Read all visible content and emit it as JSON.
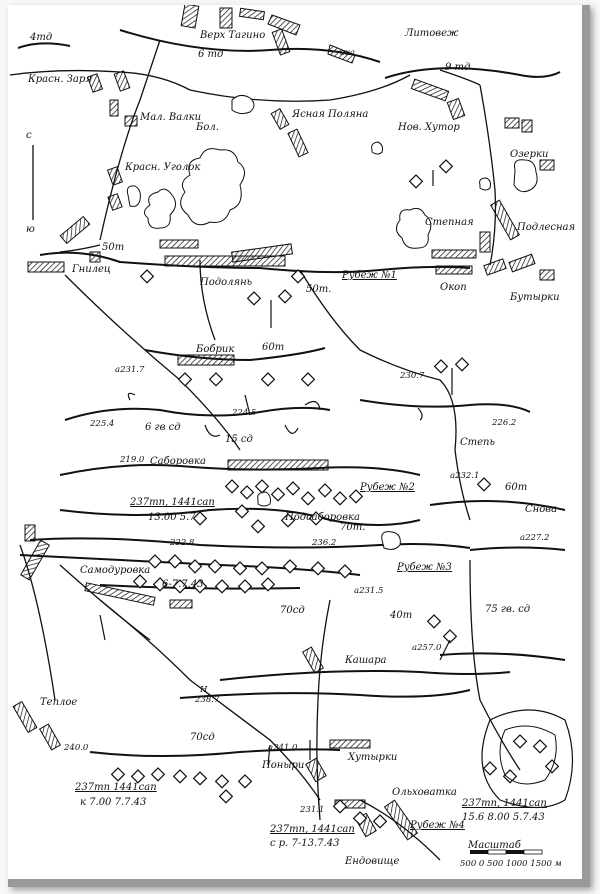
{
  "labels": {
    "l_4td": "4тд",
    "l_verh": "Верх Тагино",
    "l_6td": "6 тд",
    "l_lituv": "Литовеж",
    "l_vka": "вка",
    "l_9td": "9 тд",
    "l_krasnzarya": "Красн. Заря",
    "l_malvalki": "Мал. Валки",
    "l_bol": "Бол.",
    "l_yasn": "Ясная Поляна",
    "l_nhutor": "Нов. Хутор",
    "l_kugolok": "Красн. Уголок",
    "l_ozerki": "Озерки",
    "l_c": "с",
    "l_yu": "ю",
    "l_stepn": "Степная",
    "l_podlesn": "Подлесная",
    "l_50t": "50т",
    "l_gnilec": "Гнилец",
    "l_podolyan": "Подолянь",
    "l_rubezh1": "Рубеж №1",
    "l_50t2": "50т.",
    "l_okop": "Окоп",
    "l_butyrki": "Бутырки",
    "l_bobrik": "Бобрик",
    "l_60t": "60т",
    "l_2317": "а231.7",
    "l_2307": "230.7",
    "l_2245": "224.5",
    "l_2254": "225.4",
    "l_6gvsd": "6 гв сд",
    "l_15sd": "15 сд",
    "l_2262": "226.2",
    "l_step": "Степь",
    "l_2190": "219.0",
    "l_saborovka": "Саборовка",
    "l_237tp1": "237тп, 1441сап",
    "l_13007": "13.00 5.7",
    "l_rubezh2": "Рубеж №2",
    "l_2321": "а232.1",
    "l_60t2": "60т",
    "l_podsaborovka": "Подсаборовка",
    "l_70t": "70т.",
    "l_snova": "Снова",
    "l_2278": "222.8",
    "l_2362": "236.2",
    "l_2273": "а227.2",
    "l_samodurovka": "Самодуровка",
    "l_677": "6-7.7.43",
    "l_rubezh3": "Рубеж №3",
    "l_2315": "а231.5",
    "l_40t": "40т",
    "l_70sd": "70сд",
    "l_75gvsd": "75 гв. сд",
    "l_2570": "а257.0",
    "l_kashara": "Кашара",
    "l_teploe": "Теплое",
    "l_n": "Н",
    "l_2387": "238.7",
    "l_70sd2": "70сд",
    "l_2400": "240.0",
    "l_2410": "а241.0",
    "l_ponyri": "Поныри",
    "l_hutyrki": "Хутырки",
    "l_237tp2": "237тп 1441сап",
    "l_k7007": "к 7.00 7.7.43",
    "l_olhovatka": "Ольховатка",
    "l_237tp3": "237тп, 1441сап",
    "l_156": "15.6  8.00 5.7.43",
    "l_rubezh4": "Рубеж №4",
    "l_2311": "231.1",
    "l_237tp4": "237тп, 1441сап",
    "l_sr": "с р. 7-13.7.43",
    "l_endovishe": "Ендовище",
    "l_masshtab": "Масштаб",
    "l_scale": "500  0  500  1000  1500 м"
  }
}
